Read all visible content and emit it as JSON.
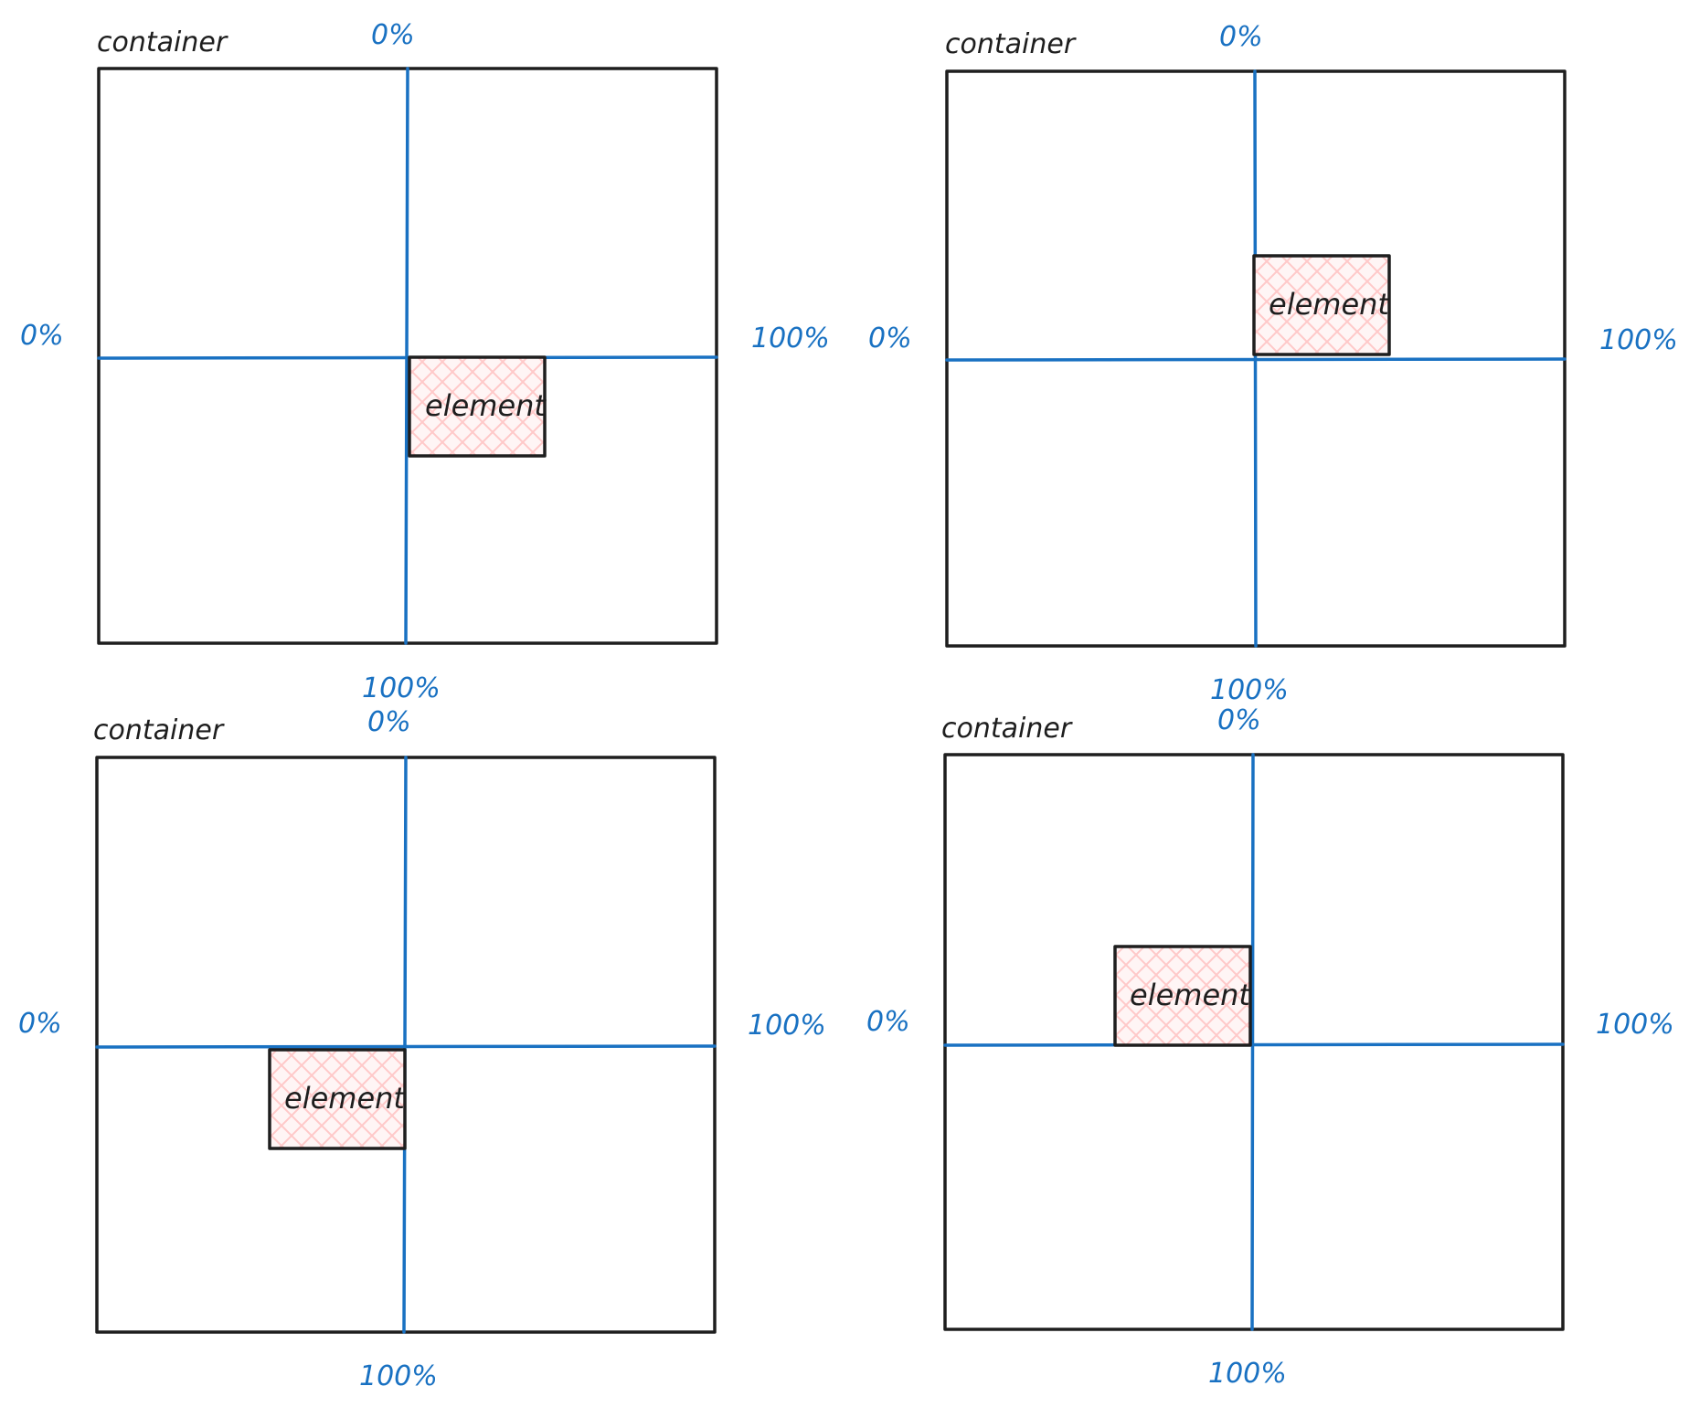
{
  "colors": {
    "container_stroke": "#1e1e1e",
    "axis": "#1971c2",
    "element_hatch": "#ffc9c9",
    "label_text": "#1e1e1e",
    "percent_text": "#1971c2"
  },
  "panels": [
    {
      "container_label": "container",
      "element_label": "element",
      "top_label": "0%",
      "bottom_label": "100%",
      "left_label": "0%",
      "right_label": "100%",
      "element_quadrant": "bottom-right"
    },
    {
      "container_label": "container",
      "element_label": "element",
      "top_label": "0%",
      "bottom_label": "100%",
      "left_label": "0%",
      "right_label": "100%",
      "element_quadrant": "top-right"
    },
    {
      "container_label": "container",
      "element_label": "element",
      "top_label": "0%",
      "bottom_label": "100%",
      "left_label": "0%",
      "right_label": "100%",
      "element_quadrant": "bottom-left"
    },
    {
      "container_label": "container",
      "element_label": "element",
      "top_label": "0%",
      "bottom_label": "100%",
      "left_label": "0%",
      "right_label": "100%",
      "element_quadrant": "top-left"
    }
  ]
}
